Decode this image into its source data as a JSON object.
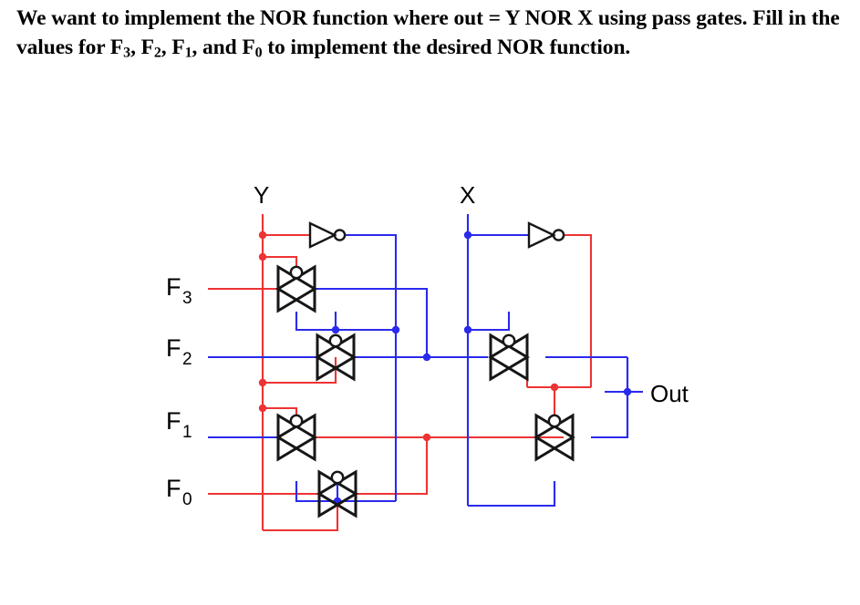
{
  "question": {
    "line1_a": "We want to implement the NOR function where out = Y NOR X using",
    "line2_a": "pass gates. Fill in the values for F",
    "line2_sub1": "3",
    "line2_b": ", F",
    "line2_sub2": "2",
    "line2_c": ", F",
    "line2_sub3": "1",
    "line2_d": ", and F",
    "line2_sub4": "0",
    "line2_e": " to implement the",
    "line3_a": "desired NOR function."
  },
  "circuit": {
    "title": "pass-gate NOR multiplexer",
    "colors": {
      "wire_red": "#ee3333",
      "wire_blue": "#2a2aee",
      "gate_outline": "#161616",
      "background": "#ffffff"
    },
    "inputs": [
      {
        "id": "Y",
        "label": "Y"
      },
      {
        "id": "X",
        "label": "X"
      }
    ],
    "select_labels": [
      {
        "id": "F3",
        "base": "F",
        "sub": "3"
      },
      {
        "id": "F2",
        "base": "F",
        "sub": "2"
      },
      {
        "id": "F1",
        "base": "F",
        "sub": "1"
      },
      {
        "id": "F0",
        "base": "F",
        "sub": "0"
      }
    ],
    "output": {
      "id": "Out",
      "label": "Out"
    },
    "inverters": [
      {
        "id": "inv-y",
        "input": "Y",
        "output": "Ybar"
      },
      {
        "id": "inv-x",
        "input": "X",
        "output": "Xbar"
      }
    ],
    "pass_gates": [
      {
        "id": "pg-f3",
        "data_input": "F3"
      },
      {
        "id": "pg-f2",
        "data_input": "F2"
      },
      {
        "id": "pg-f1",
        "data_input": "F1"
      },
      {
        "id": "pg-f0",
        "data_input": "F0"
      },
      {
        "id": "pg-x-upper",
        "data_input": "mux-y-upper"
      },
      {
        "id": "pg-x-lower",
        "data_input": "mux-y-lower"
      }
    ]
  }
}
